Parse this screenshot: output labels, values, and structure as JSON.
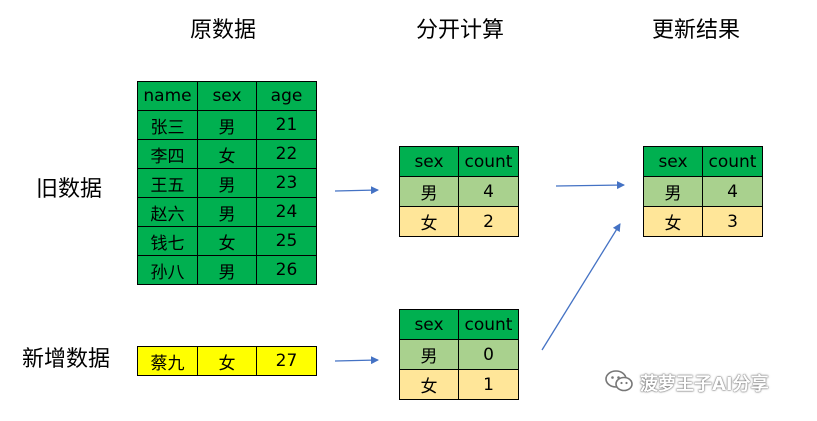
{
  "titles": {
    "original": "原数据",
    "compute": "分开计算",
    "update": "更新结果"
  },
  "labels": {
    "old_data": "旧数据",
    "new_data": "新增数据"
  },
  "original_table": {
    "headers": [
      "name",
      "sex",
      "age"
    ],
    "rows": [
      [
        "张三",
        "男",
        "21"
      ],
      [
        "李四",
        "女",
        "22"
      ],
      [
        "王五",
        "男",
        "23"
      ],
      [
        "赵六",
        "男",
        "24"
      ],
      [
        "钱七",
        "女",
        "25"
      ],
      [
        "孙八",
        "男",
        "26"
      ]
    ]
  },
  "new_table": {
    "rows": [
      [
        "蔡九",
        "女",
        "27"
      ]
    ]
  },
  "old_count_table": {
    "headers": [
      "sex",
      "count"
    ],
    "rows": [
      [
        "男",
        "4"
      ],
      [
        "女",
        "2"
      ]
    ]
  },
  "new_count_table": {
    "headers": [
      "sex",
      "count"
    ],
    "rows": [
      [
        "男",
        "0"
      ],
      [
        "女",
        "1"
      ]
    ]
  },
  "result_table": {
    "headers": [
      "sex",
      "count"
    ],
    "rows": [
      [
        "男",
        "4"
      ],
      [
        "女",
        "3"
      ]
    ]
  },
  "colors": {
    "header_green": "#00b050",
    "male_row": "#a9d18e",
    "female_row": "#ffe699",
    "new_row": "#ffff00",
    "arrow": "#4472c4"
  },
  "watermark": {
    "text": "菠萝王子AI分享",
    "icon": "wechat-icon"
  }
}
